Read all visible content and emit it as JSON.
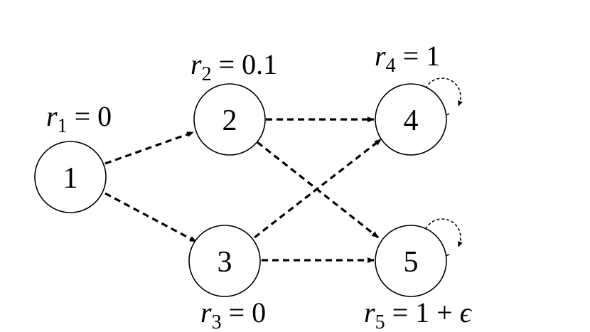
{
  "nodes": [
    {
      "id": "1",
      "label": "1",
      "reward_var": "r",
      "reward_sub": "1",
      "reward_rest": " = 0"
    },
    {
      "id": "2",
      "label": "2",
      "reward_var": "r",
      "reward_sub": "2",
      "reward_rest": " = 0.1"
    },
    {
      "id": "3",
      "label": "3",
      "reward_var": "r",
      "reward_sub": "3",
      "reward_rest": " = 0"
    },
    {
      "id": "4",
      "label": "4",
      "reward_var": "r",
      "reward_sub": "4",
      "reward_rest": " = 1"
    },
    {
      "id": "5",
      "label": "5",
      "reward_var": "r",
      "reward_sub": "5",
      "reward_rest": " = 1 + ",
      "reward_tail": "ϵ"
    }
  ],
  "edges": [
    {
      "from": "1",
      "to": "2"
    },
    {
      "from": "1",
      "to": "3"
    },
    {
      "from": "2",
      "to": "4"
    },
    {
      "from": "2",
      "to": "5"
    },
    {
      "from": "3",
      "to": "4"
    },
    {
      "from": "3",
      "to": "5"
    }
  ],
  "self_loops": [
    "4",
    "5"
  ]
}
